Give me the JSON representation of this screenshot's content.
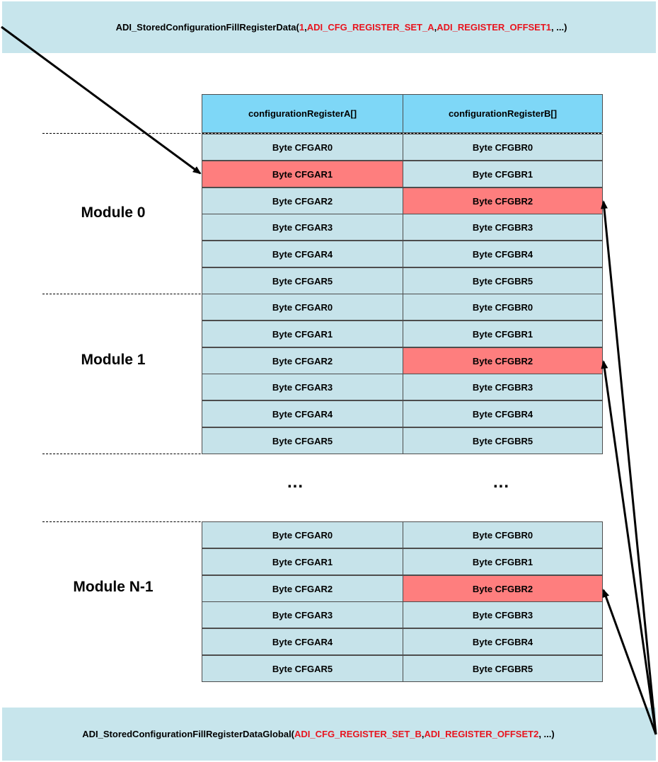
{
  "top_call": {
    "func": "ADI_StoredConfigurationFillRegisterData(",
    "arg1": "1",
    "sep1": ", ",
    "arg2": "ADI_CFG_REGISTER_SET_A",
    "sep2": ", ",
    "arg3": "ADI_REGISTER_OFFSET1",
    "rest": ", ...)"
  },
  "bottom_call": {
    "func": "ADI_StoredConfigurationFillRegisterDataGlobal(",
    "arg1": "ADI_CFG_REGISTER_SET_B",
    "sep1": ", ",
    "arg2": "ADI_REGISTER_OFFSET2",
    "rest": ", ...)"
  },
  "columns": {
    "a": "configurationRegisterA[]",
    "b": "configurationRegisterB[]"
  },
  "modules": [
    {
      "label": "Module 0",
      "a": [
        "Byte CFGAR0",
        "Byte CFGAR1",
        "Byte CFGAR2",
        "Byte CFGAR3",
        "Byte CFGAR4",
        "Byte CFGAR5"
      ],
      "b": [
        "Byte CFGBR0",
        "Byte CFGBR1",
        "Byte CFGBR2",
        "Byte CFGBR3",
        "Byte CFGBR4",
        "Byte CFGBR5"
      ]
    },
    {
      "label": "Module 1",
      "a": [
        "Byte CFGAR0",
        "Byte CFGAR1",
        "Byte CFGAR2",
        "Byte CFGAR3",
        "Byte CFGAR4",
        "Byte CFGAR5"
      ],
      "b": [
        "Byte CFGBR0",
        "Byte CFGBR1",
        "Byte CFGBR2",
        "Byte CFGBR3",
        "Byte CFGBR4",
        "Byte CFGBR5"
      ]
    },
    {
      "label": "Module N-1",
      "a": [
        "Byte CFGAR0",
        "Byte CFGAR1",
        "Byte CFGAR2",
        "Byte CFGAR3",
        "Byte CFGAR4",
        "Byte CFGAR5"
      ],
      "b": [
        "Byte CFGBR0",
        "Byte CFGBR1",
        "Byte CFGBR2",
        "Byte CFGBR3",
        "Byte CFGBR4",
        "Byte CFGBR5"
      ]
    }
  ],
  "ellipsis": "...",
  "colors": {
    "banner": "#c7e5ec",
    "header": "#7ed7f7",
    "cell": "#c6e3ea",
    "highlight": "#fe7e7e",
    "arg_text": "#e8141e"
  }
}
